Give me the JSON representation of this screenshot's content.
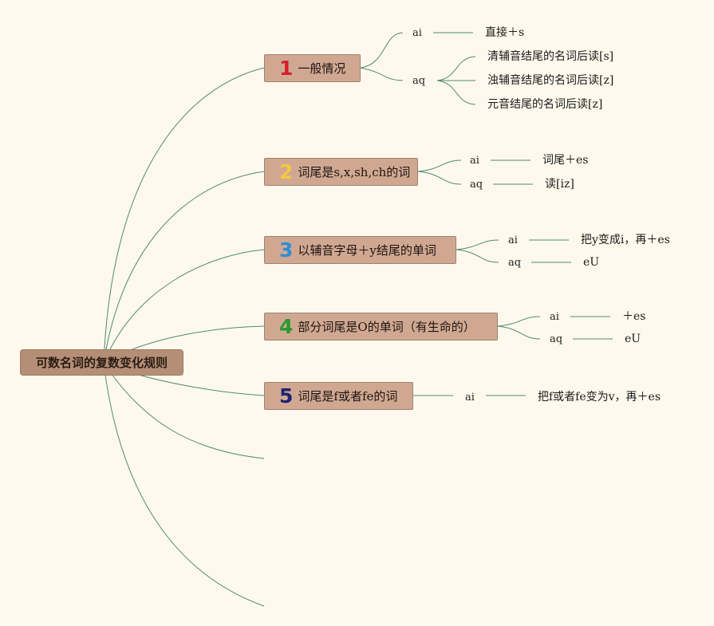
{
  "root": {
    "title": "可数名词的复数变化规则"
  },
  "topics": [
    {
      "number": "1",
      "color": "#d4202c",
      "label": "一般情况",
      "subs": [
        {
          "tag": "ai",
          "leaves": [
            "直接＋s"
          ]
        },
        {
          "tag": "aq",
          "leaves": [
            "清辅音结尾的名词后读[s]",
            "浊辅音结尾的名词后读[z]",
            "元音结尾的名词后读[z]"
          ]
        }
      ]
    },
    {
      "number": "2",
      "color": "#f3c842",
      "label": "词尾是s,x,sh,ch的词",
      "subs": [
        {
          "tag": "ai",
          "leaves": [
            "词尾＋es"
          ]
        },
        {
          "tag": "aq",
          "leaves": [
            "读[iz]"
          ]
        }
      ]
    },
    {
      "number": "3",
      "color": "#2e8fd4",
      "label": "以辅音字母＋y结尾的单词",
      "subs": [
        {
          "tag": "ai",
          "leaves": [
            "把y变成i，再＋es"
          ]
        },
        {
          "tag": "aq",
          "leaves": [
            "eU"
          ]
        }
      ]
    },
    {
      "number": "4",
      "color": "#2a9a2f",
      "label": "部分词尾是O的单词（有生命的）",
      "subs": [
        {
          "tag": "ai",
          "leaves": [
            "＋es"
          ]
        },
        {
          "tag": "aq",
          "leaves": [
            "eU"
          ]
        }
      ]
    },
    {
      "number": "5",
      "color": "#1c2470",
      "label": "词尾是f或者fe的词",
      "subs": [
        {
          "tag": "ai",
          "leaves": [
            "把f或者fe变为v，再＋es"
          ]
        }
      ]
    }
  ],
  "colors": {
    "line": "#4f8a74",
    "topic_fill": "#d0a892",
    "root_fill": "#b58e77",
    "background": "#fef9ec"
  }
}
